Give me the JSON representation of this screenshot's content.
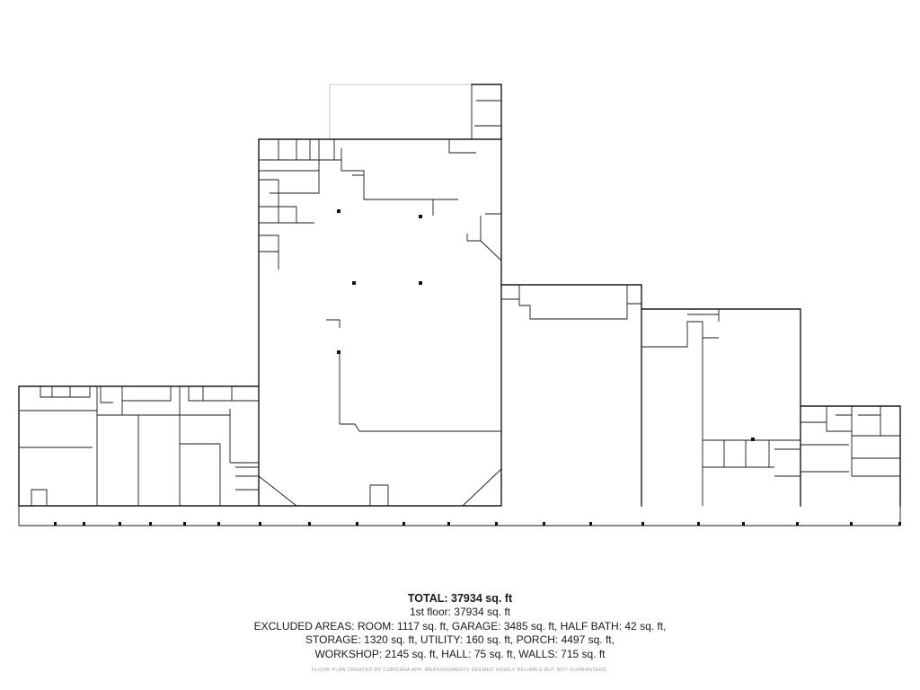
{
  "summary": {
    "total": "TOTAL: 37934 sq. ft",
    "floor": "1st floor: 37934 sq. ft",
    "excluded_line1": "EXCLUDED AREAS: ROOM: 1117 sq. ft, GARAGE: 3485 sq. ft, HALF BATH: 42 sq. ft,",
    "excluded_line2": "STORAGE: 1320 sq. ft, UTILITY: 160 sq. ft, PORCH: 4497 sq. ft,",
    "excluded_line3": "WORKSHOP: 2145 sq. ft, HALL: 75 sq. ft, WALLS: 715 sq. ft"
  },
  "footer": "FLOOR PLAN CREATED BY CUBICASA APP. MEASUREMENTS DEEMED HIGHLY RELIABLE BUT NOT GUARANTEED.",
  "colors": {
    "walls": "#1a1a1a",
    "background": "#ffffff",
    "footer_text": "#9a9a9a"
  }
}
